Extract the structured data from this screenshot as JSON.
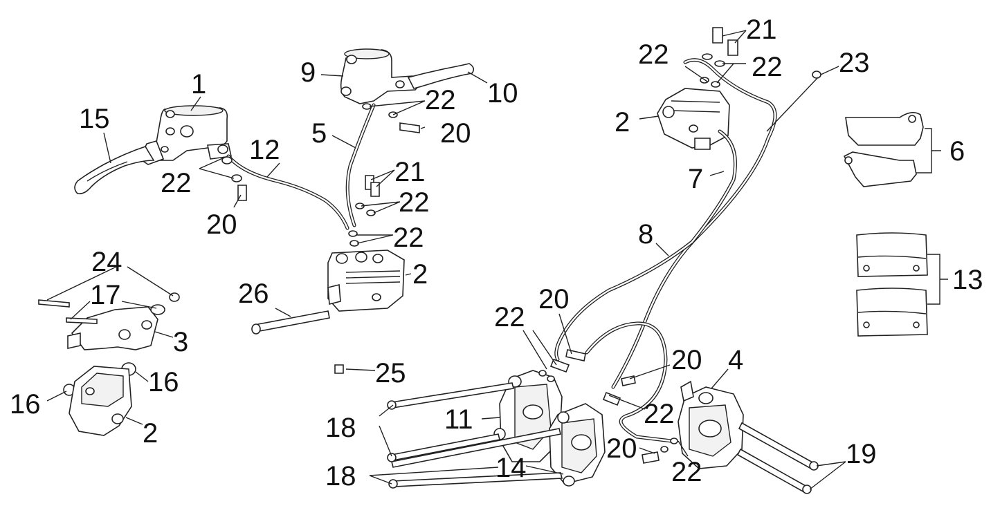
{
  "diagram": {
    "callouts": [
      {
        "id": "c1",
        "text": "1"
      },
      {
        "id": "c15",
        "text": "15"
      },
      {
        "id": "c22a",
        "text": "22"
      },
      {
        "id": "c20a",
        "text": "20"
      },
      {
        "id": "c12",
        "text": "12"
      },
      {
        "id": "c9",
        "text": "9"
      },
      {
        "id": "c10",
        "text": "10"
      },
      {
        "id": "c22b",
        "text": "22"
      },
      {
        "id": "c20b",
        "text": "20"
      },
      {
        "id": "c5",
        "text": "5"
      },
      {
        "id": "c21a",
        "text": "21"
      },
      {
        "id": "c22c",
        "text": "22"
      },
      {
        "id": "c22d",
        "text": "22"
      },
      {
        "id": "c2a",
        "text": "2"
      },
      {
        "id": "c26",
        "text": "26"
      },
      {
        "id": "c25",
        "text": "25"
      },
      {
        "id": "c24",
        "text": "24"
      },
      {
        "id": "c17",
        "text": "17"
      },
      {
        "id": "c3",
        "text": "3"
      },
      {
        "id": "c16a",
        "text": "16"
      },
      {
        "id": "c16b",
        "text": "16"
      },
      {
        "id": "c2b",
        "text": "2"
      },
      {
        "id": "c21b",
        "text": "21"
      },
      {
        "id": "c22e",
        "text": "22"
      },
      {
        "id": "c22f",
        "text": "22"
      },
      {
        "id": "c23",
        "text": "23"
      },
      {
        "id": "c2c",
        "text": "2"
      },
      {
        "id": "c7",
        "text": "7"
      },
      {
        "id": "c6",
        "text": "6"
      },
      {
        "id": "c13",
        "text": "13"
      },
      {
        "id": "c8",
        "text": "8"
      },
      {
        "id": "c20c",
        "text": "20"
      },
      {
        "id": "c22g",
        "text": "22"
      },
      {
        "id": "c20d",
        "text": "20"
      },
      {
        "id": "c4",
        "text": "4"
      },
      {
        "id": "c22h",
        "text": "22"
      },
      {
        "id": "c18a",
        "text": "18"
      },
      {
        "id": "c11",
        "text": "11"
      },
      {
        "id": "c20e",
        "text": "20"
      },
      {
        "id": "c22i",
        "text": "22"
      },
      {
        "id": "c18b",
        "text": "18"
      },
      {
        "id": "c14",
        "text": "14"
      },
      {
        "id": "c19",
        "text": "19"
      }
    ]
  }
}
